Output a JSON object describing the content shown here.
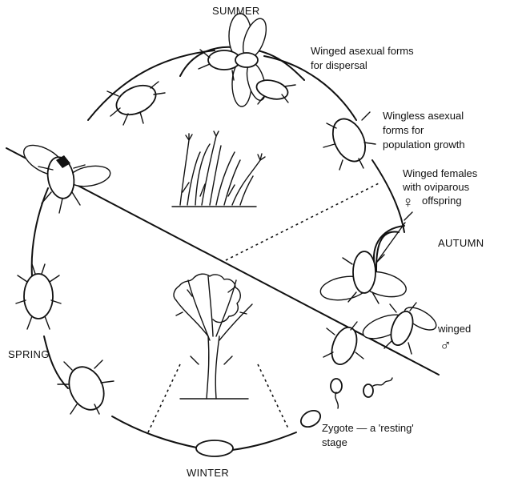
{
  "seasons": {
    "summer": "SUMMER",
    "autumn": "AUTUMN",
    "winter": "WINTER",
    "spring": "SPRING"
  },
  "annotations": {
    "winged_asexual": [
      "Winged asexual forms",
      "for dispersal"
    ],
    "wingless_asexual": [
      "Wingless asexual",
      "forms for",
      "population growth"
    ],
    "winged_females": [
      "Winged females",
      "with oviparous",
      "offspring"
    ],
    "female_symbol": "♀",
    "winged_male": "winged",
    "male_symbol": "♂",
    "zygote": [
      "Zygote — a 'resting'",
      "stage"
    ]
  }
}
